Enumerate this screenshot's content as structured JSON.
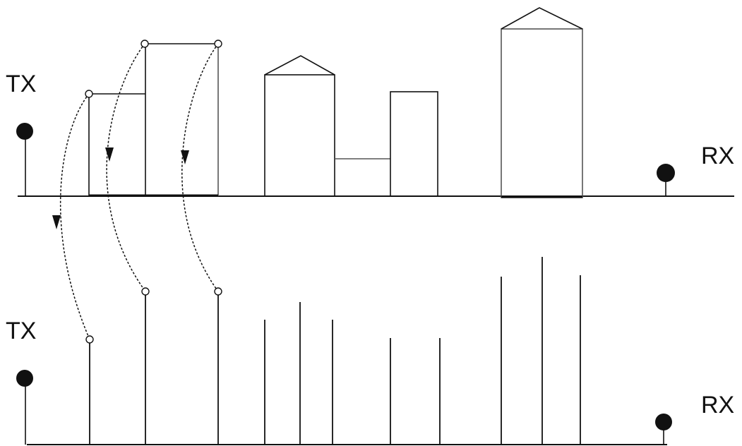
{
  "top_panel": {
    "tx_label": "TX",
    "rx_label": "RX"
  },
  "bottom_panel": {
    "tx_label": "TX",
    "rx_label": "RX"
  }
}
